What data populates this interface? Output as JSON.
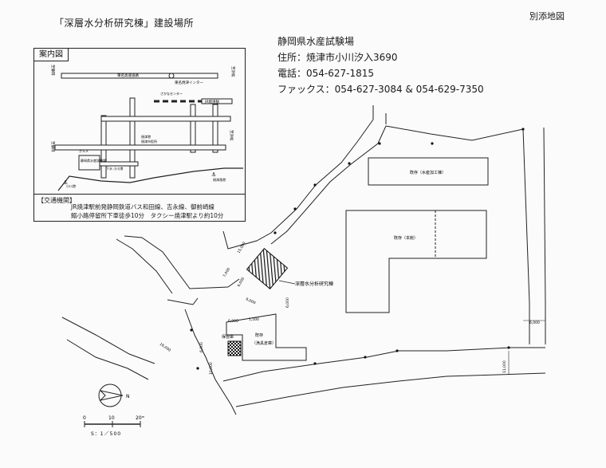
{
  "header": {
    "title": "「深層水分析研究棟」建設場所",
    "attachment": "別添地図"
  },
  "info": {
    "org": "静岡県水産試験場",
    "address": "住所：焼津市小川汐入3690",
    "phone": "電話：054-627-1815",
    "fax": "ファックス：054-627-3084 & 054-629-7350"
  },
  "guide": {
    "title": "案内図",
    "road_expressway": "東名高速道路",
    "ic": "東名焼津インター",
    "station": "JR焼津駅",
    "center": "さかなセンター",
    "left_top": "至静岡",
    "right_top": "至浜松",
    "left_mid": "至静岡",
    "right_mid": "至浜松",
    "mid_1": "焼津港",
    "mid_2": "焼津市役所",
    "gourmet": "グルメ",
    "lab": "静岡県水産試験場",
    "bus_stop": "下水 小川港",
    "port": "小川港",
    "port_right": "焼津漁港",
    "transport_label": "【交通機関】",
    "transport_1": "JR焼津駅前発静岡鉄道バス和田線、吉永線、御前崎線",
    "transport_2": "鰯小路停留所下車徒歩10分　タクシー焼津駅より約10分"
  },
  "site": {
    "bldg_processing": "既存（水産加工棟）",
    "bldg_main": "既存（本館）",
    "bldg_warehouse_1": "既存",
    "bldg_warehouse_2": "（漁具倉庫）",
    "new_building": "深層水分析研究棟",
    "storage": "保管庫",
    "dim_15": "15,000",
    "dim_10a": "10,000",
    "dim_7": "7,000",
    "dim_6a": "6,000",
    "dim_6b": "6,000",
    "dim_6c": "6,000",
    "dim_6d": "6,000",
    "dim_6e": "6,000",
    "dim_15b": "1,500",
    "dim_16": "16,000",
    "dim_11": "11,000",
    "north": "N",
    "scale_0": "0",
    "scale_10": "10",
    "scale_20": "20ᵐ",
    "scale_ratio": "S：1／500"
  }
}
